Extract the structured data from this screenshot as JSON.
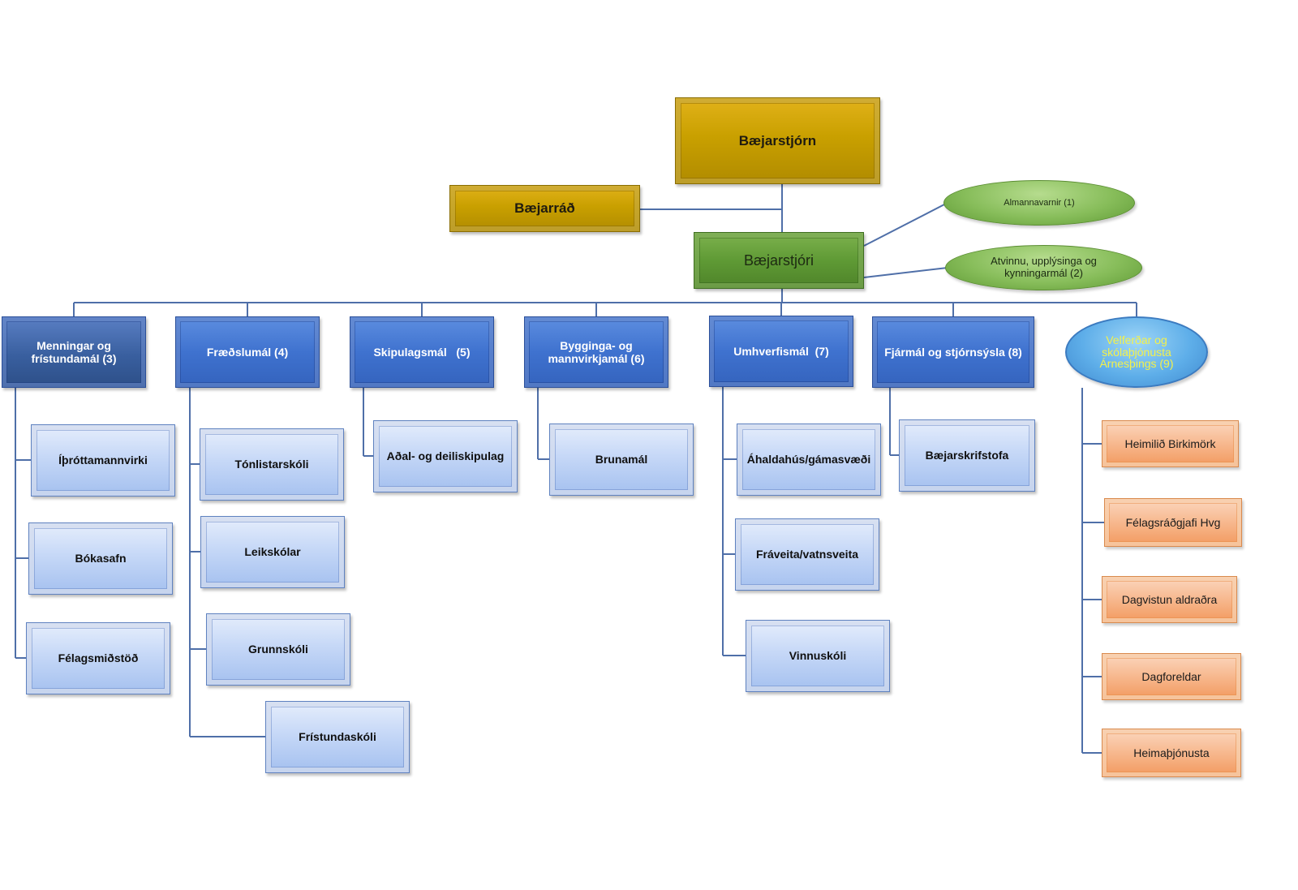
{
  "org": {
    "top": "Bæjarstjórn",
    "council": "Bæjarráð",
    "mayor": "Bæjarstjóri",
    "mayor_side": [
      "Almannavarnir (1)",
      [
        "Atvinnu, upplýsinga og",
        "kynningarmál (2)"
      ]
    ],
    "departments": [
      {
        "label": [
          "Menningar og",
          "frístundamál (3)"
        ],
        "children": [
          "Íþróttamannvirki",
          "Bókasafn",
          "Félagsmiðstöð"
        ]
      },
      {
        "label": [
          "Fræðslumál (4)"
        ],
        "children": [
          "Tónlistarskóli",
          "Leikskólar",
          "Grunnskóli",
          "Frístundaskóli"
        ]
      },
      {
        "label": [
          "Skipulagsmál   (5)"
        ],
        "children": [
          "Aðal- og deiliskipulag"
        ]
      },
      {
        "label": [
          "Bygginga- og",
          "mannvirkjamál (6)"
        ],
        "children": [
          "Brunamál"
        ]
      },
      {
        "label": [
          "Umhverfismál  (7)"
        ],
        "children": [
          "Áhaldahús/gámasvæði",
          "Fráveita/vatnsveita",
          "Vinnuskóli"
        ]
      },
      {
        "label": [
          "Fjármál og stjórnsýsla (8)"
        ],
        "children": [
          "Bæjarskrifstofa"
        ]
      },
      {
        "label": [
          "Velferðar og",
          "skólaþjónusta",
          "Árnesþings (9)"
        ],
        "children": [
          "Heimilið Birkimörk",
          "Félagsráðgjafi Hvg",
          "Dagvistun aldraðra",
          "Dagforeldar",
          "Heimaþjónusta"
        ]
      }
    ]
  },
  "colors": {
    "gold": "#c9a000",
    "green": "#5f9a35",
    "blue": "#3f72cf",
    "light_blue": "#c6d8f7",
    "orange": "#f7b88e",
    "line": "#4f6fa8",
    "ellipse_text": "#f4f14a"
  }
}
